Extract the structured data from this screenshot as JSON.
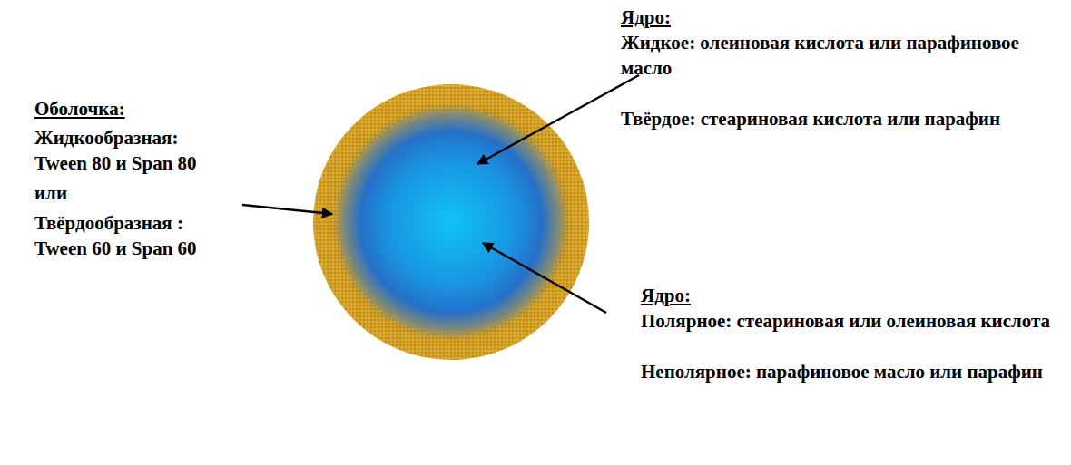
{
  "diagram": {
    "labels": [
      "Оболочка:",
      "Жидкообразная:",
      "Tween 80 и Span 80",
      "или",
      "Твёрдообразная :",
      "Tween 60 и Span 60",
      "Ядро:",
      "Жидкое: олеиновая кислота или парафиновое масло",
      "Твёрдое: стеариновая кислота или парафин",
      "Ядро:",
      "Полярное: стеариновая или олеиновая кислота",
      "Неполярное: парафиновое масло или парафин"
    ]
  }
}
